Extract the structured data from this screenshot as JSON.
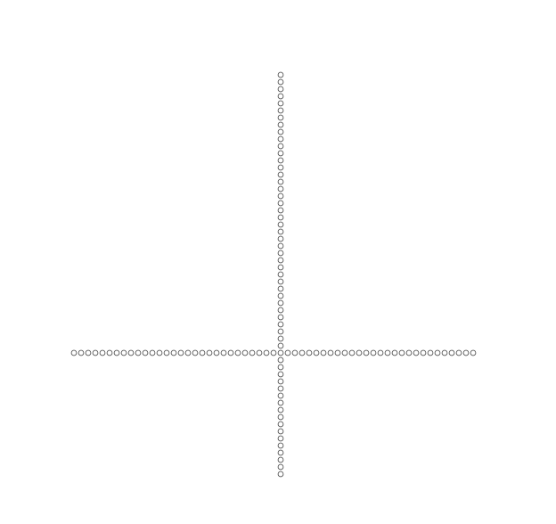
{
  "figure": {
    "background_color": "#ffffff",
    "marker_shape": "hollow-circle",
    "marker_stroke_color": "#555555",
    "arms": [
      {
        "name": "vertical-upper-arm",
        "marker_count": 39
      },
      {
        "name": "horizontal-left-arm",
        "marker_count": 29
      },
      {
        "name": "horizontal-right-arm",
        "marker_count": 27
      },
      {
        "name": "vertical-lower-arm",
        "marker_count": 17
      }
    ]
  }
}
